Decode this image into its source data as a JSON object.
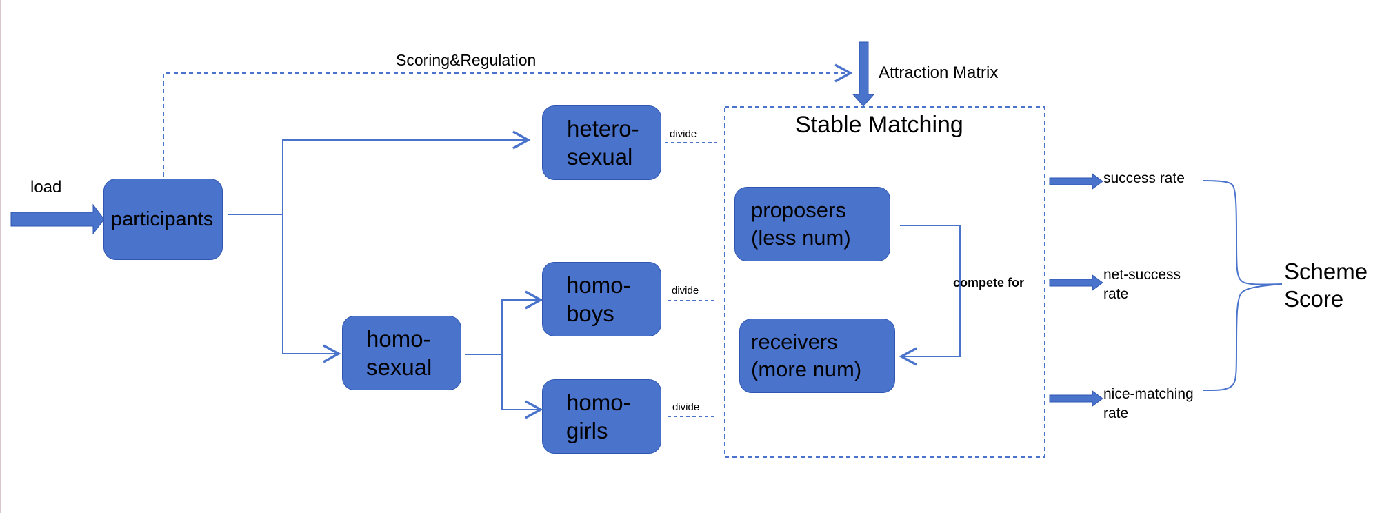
{
  "diagram": {
    "input": {
      "label": "load"
    },
    "top_flow": {
      "label": "Scoring&Regulation",
      "target": "Attraction Matrix"
    },
    "nodes": {
      "participants": "participants",
      "heterosexual": [
        "hetero-",
        "sexual"
      ],
      "homosexual": [
        "homo-",
        "sexual"
      ],
      "homo_boys": [
        "homo-",
        "boys"
      ],
      "homo_girls": [
        "homo-",
        "girls"
      ],
      "proposers": [
        "proposers",
        "(less num)"
      ],
      "receivers": [
        "receivers",
        "(more num)"
      ]
    },
    "divide_labels": [
      "divide",
      "divide",
      "divide"
    ],
    "stable_matching": {
      "title": "Stable Matching",
      "relation": "compete  for"
    },
    "metrics": [
      [
        "success rate"
      ],
      [
        "net-success",
        "rate"
      ],
      [
        "nice-matching",
        "rate"
      ]
    ],
    "result": [
      "Scheme",
      "Score"
    ],
    "colors": {
      "box_fill": "#4a73cc",
      "box_border": "#2f57b2",
      "connector": "#4a73cc",
      "dashed": "#4a73cc",
      "text": "#000000"
    }
  }
}
